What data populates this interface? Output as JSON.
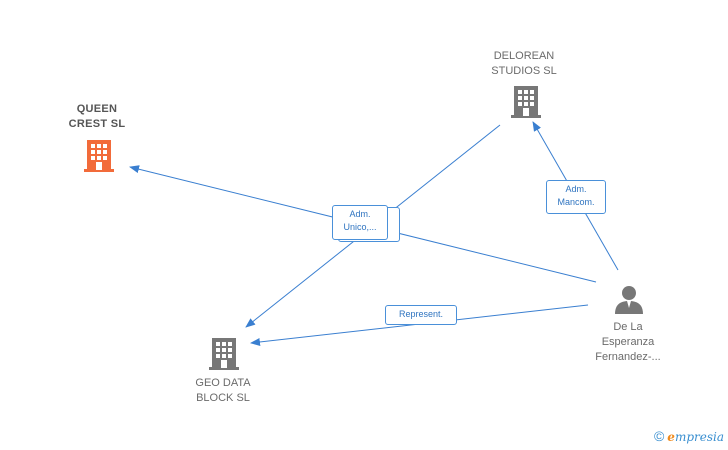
{
  "nodes": {
    "queen_crest": {
      "label": "QUEEN\nCREST  SL",
      "color": "#f26b3a"
    },
    "delorean": {
      "label": "DELOREAN\nSTUDIOS SL",
      "color": "#777777"
    },
    "geo_data": {
      "label": "GEO DATA\nBLOCK  SL",
      "color": "#777777"
    },
    "person": {
      "label": "De La\nEsperanza\nFernandez-...",
      "color": "#777777"
    }
  },
  "edges": {
    "adm_unico": "Adm.\nUnico,...",
    "adm_mancom": "Adm.\nMancom.",
    "represent": "Represent."
  },
  "footer": {
    "copyright_symbol": "©",
    "brand_e": "e",
    "brand_rest": "mpresia"
  },
  "colors": {
    "edge": "#3a7fd0"
  }
}
